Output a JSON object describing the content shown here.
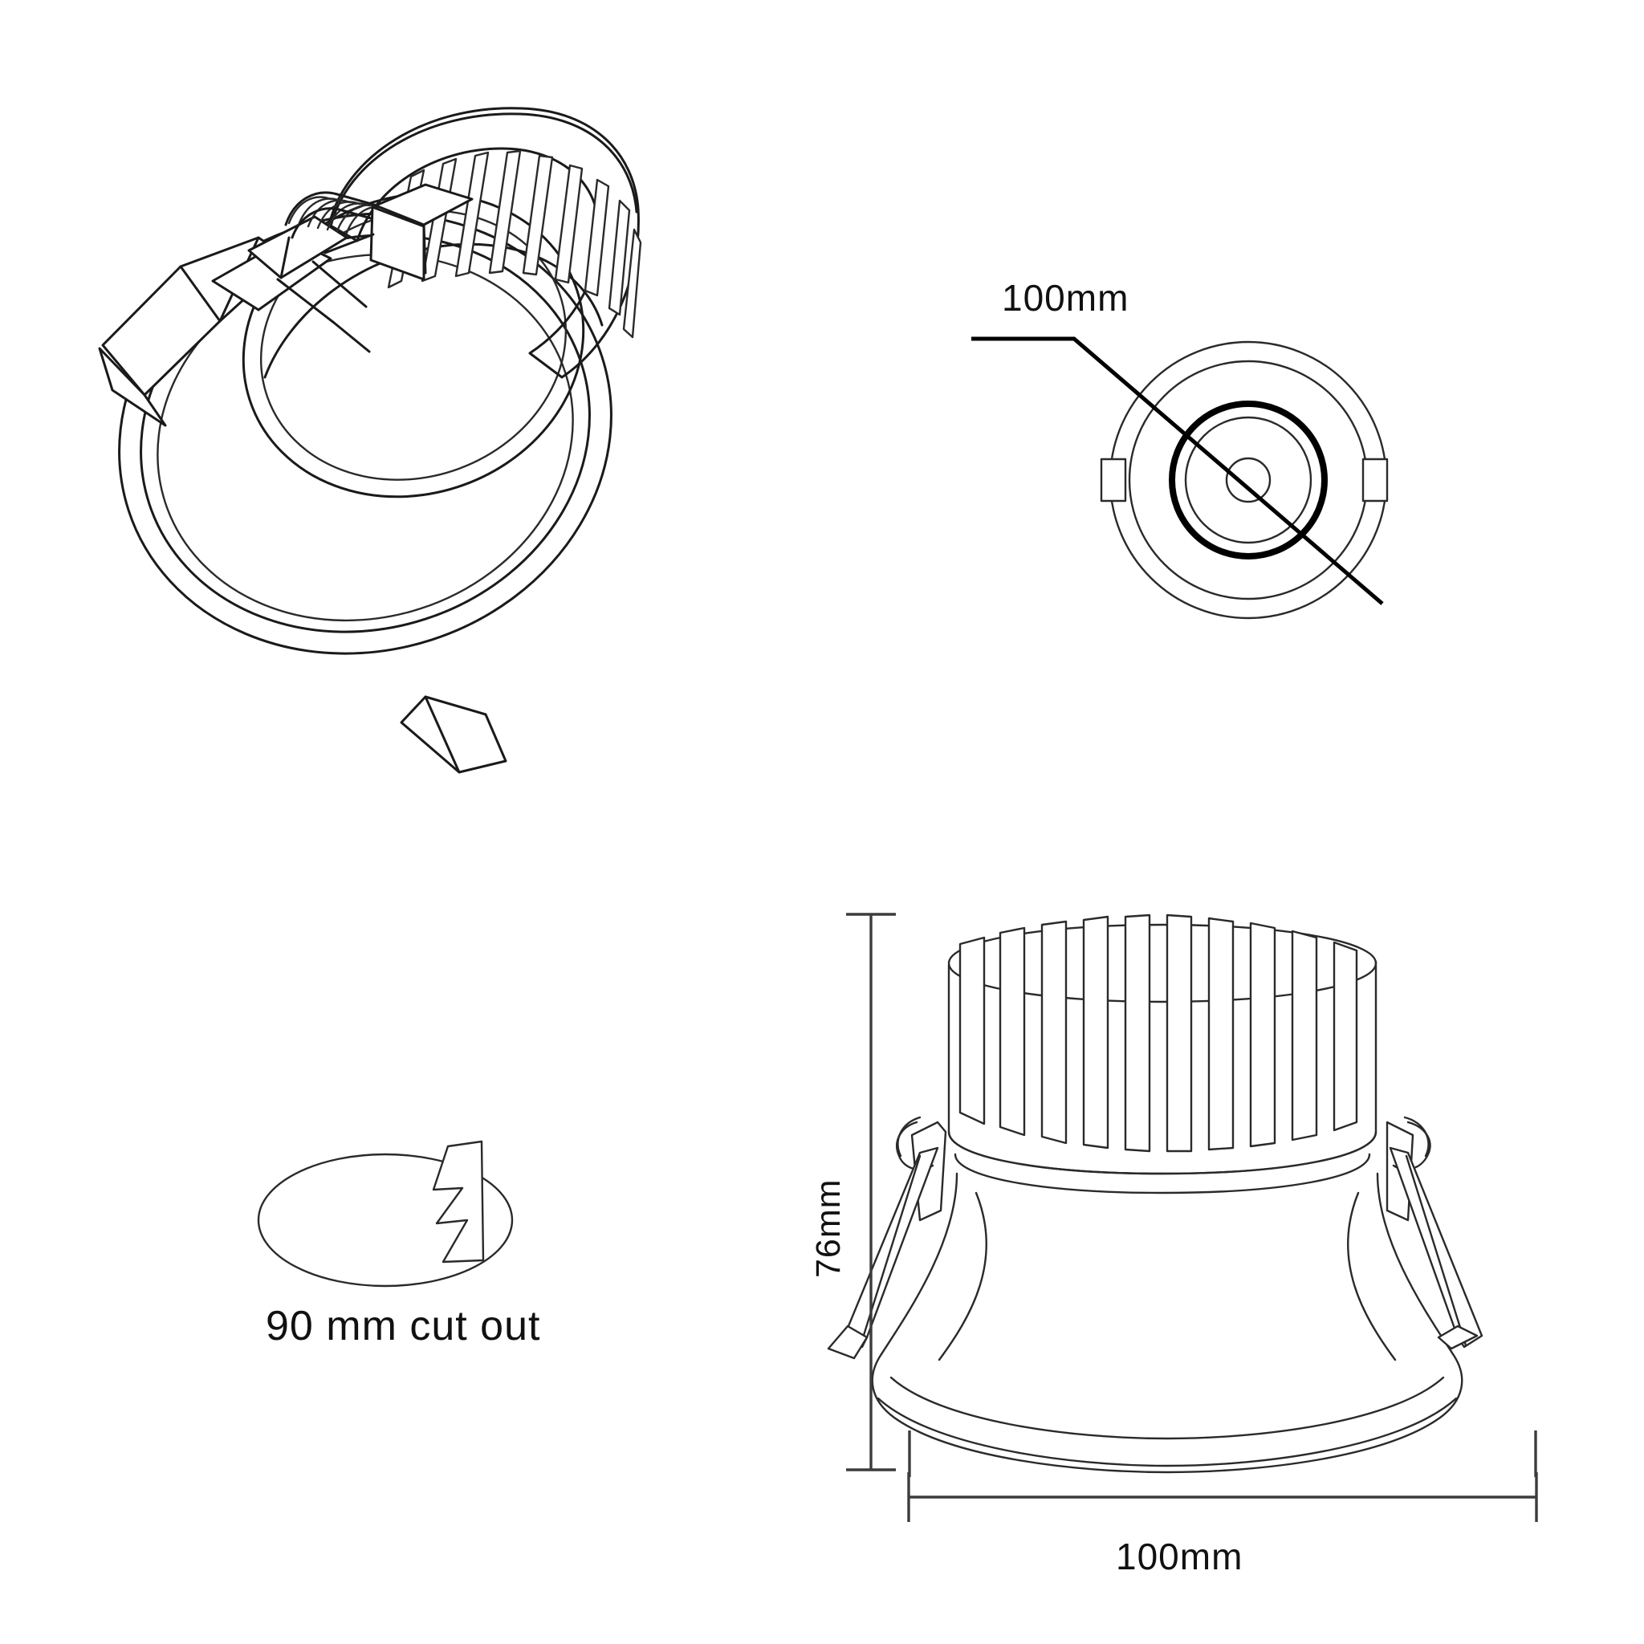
{
  "drawing": {
    "title": "Recessed LED Downlight Dimension Drawing",
    "line_color": "#1a1a1a",
    "background_color": "#ffffff"
  },
  "views": {
    "isometric": {
      "name": "Isometric exploded view of downlight with trim ring, heat sink and spring clips"
    },
    "plan": {
      "name": "Top plan view with concentric reflector rings",
      "diameter_label": "100mm"
    },
    "cutout": {
      "name": "Ceiling cut out diagram",
      "caption": "90 mm cut out"
    },
    "elevation": {
      "name": "Side elevation view with heat sink fins and spring clips",
      "height_label": "76mm",
      "width_label": "100mm"
    }
  },
  "labels": {
    "plan_diameter": "100mm",
    "cutout_caption": "90 mm cut out",
    "elevation_height": "76mm",
    "elevation_width": "100mm"
  }
}
